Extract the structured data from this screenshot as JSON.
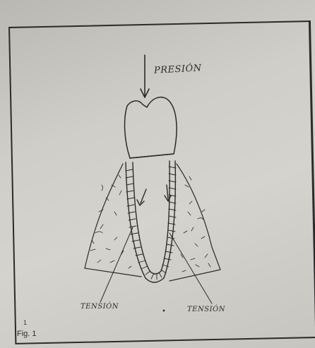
{
  "labels": {
    "force": "PRESIÓN",
    "tension_left": "TENSIÓN",
    "tension_right": "TENSIÓN",
    "figure": "Fig. 1",
    "small_mark": "1"
  },
  "colors": {
    "ink": "#2a2a2a",
    "paper": "#d2d1cb",
    "background": "#a9a9a2"
  }
}
